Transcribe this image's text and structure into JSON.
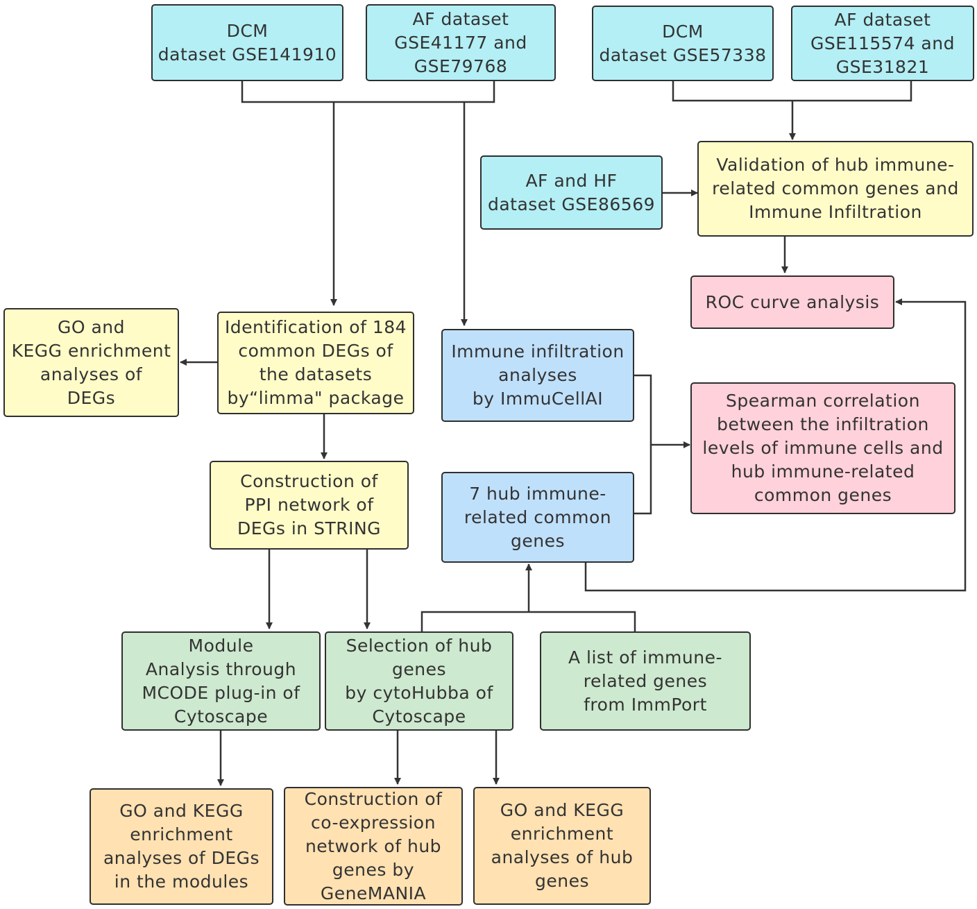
{
  "colors": {
    "input": "#b3eff5",
    "process": "#fffcc8",
    "result": "#ffd1da",
    "immune": "#bfe0fb",
    "network": "#cde9cf",
    "enrichment": "#ffe1b2",
    "line": "#333333"
  },
  "nodes": {
    "dcm1": {
      "lines": [
        "DCM",
        "dataset GSE141910"
      ]
    },
    "af1": {
      "lines": [
        "AF dataset",
        "GSE41177 and",
        "GSE79768"
      ]
    },
    "dcm2": {
      "lines": [
        "DCM",
        "dataset GSE57338"
      ]
    },
    "af2": {
      "lines": [
        "AF dataset",
        "GSE115574 and",
        "GSE31821"
      ]
    },
    "afhf": {
      "lines": [
        "AF and HF",
        "dataset GSE86569"
      ]
    },
    "validation": {
      "lines": [
        "Validation of hub immune-",
        "related common genes and",
        "Immune Infiltration"
      ]
    },
    "roc": {
      "lines": [
        "ROC curve analysis"
      ]
    },
    "go1": {
      "lines": [
        "GO and",
        "KEGG enrichment",
        "analyses  of",
        "DEGs"
      ]
    },
    "identification": {
      "lines": [
        "Identification of 184",
        "common DEGs of",
        "the datasets",
        "by“limma\" package"
      ]
    },
    "immune_infiltration": {
      "lines": [
        "Immune infiltration",
        "analyses",
        "by  ImmuCellAI"
      ]
    },
    "spearman": {
      "lines": [
        "Spearman correlation",
        "between  the infiltration",
        "levels of immune cells and",
        "hub immune-related",
        "common genes"
      ]
    },
    "ppi": {
      "lines": [
        "Construction of",
        "PPI network of",
        "DEGs in STRING"
      ]
    },
    "hub7": {
      "lines": [
        "7 hub immune-",
        "related common",
        "genes"
      ]
    },
    "module": {
      "lines": [
        "Module",
        "Analysis through",
        "MCODE plug-in of",
        "Cytoscape"
      ]
    },
    "selection": {
      "lines": [
        "Selection of hub",
        "genes",
        "by cytoHubba of",
        "Cytoscape"
      ]
    },
    "immport": {
      "lines": [
        "A list of immune-",
        "related genes",
        "from ImmPort"
      ]
    },
    "go_modules": {
      "lines": [
        "GO and KEGG",
        "enrichment",
        "analyses of DEGs",
        "in the modules"
      ]
    },
    "genemania": {
      "lines": [
        "Construction of",
        "co-expression",
        "network of  hub",
        "genes by",
        "GeneMANIA"
      ]
    },
    "go_hub": {
      "lines": [
        "GO and KEGG",
        "enrichment",
        "analyses  of hub",
        "genes"
      ]
    }
  }
}
